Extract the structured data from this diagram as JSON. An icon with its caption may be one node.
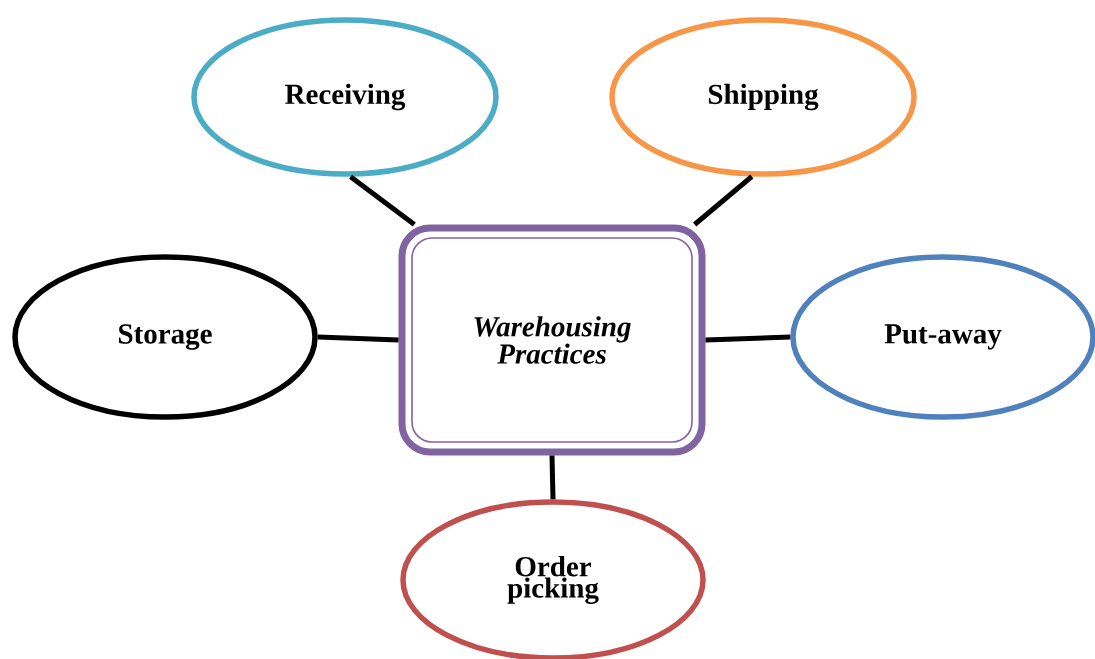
{
  "diagram": {
    "nodes": [
      {
        "text": [
          "Warehousing Practices"
        ]
      },
      {
        "text": [
          "Receiving"
        ]
      },
      {
        "text": [
          "Shipping"
        ]
      },
      {
        "text": [
          "Storage"
        ]
      },
      {
        "text": [
          "Put-away"
        ]
      },
      {
        "text": [
          "Order picking"
        ]
      }
    ],
    "edges": [
      {
        "from": 0,
        "to": 1,
        "arrow": "none"
      },
      {
        "from": 0,
        "to": 2,
        "arrow": "none"
      },
      {
        "from": 0,
        "to": 3,
        "arrow": "none"
      },
      {
        "from": 0,
        "to": 4,
        "arrow": "none"
      },
      {
        "from": 0,
        "to": 5,
        "arrow": "none"
      }
    ]
  }
}
